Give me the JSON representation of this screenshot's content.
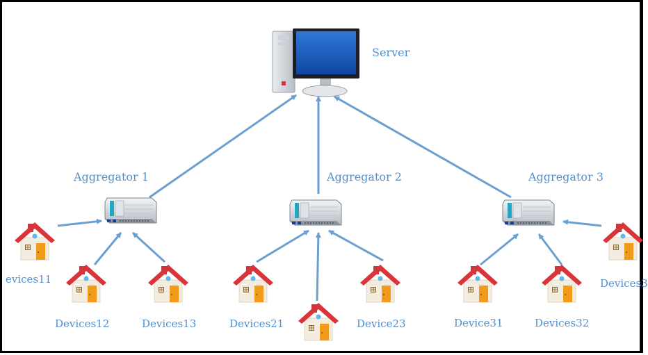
{
  "server": {
    "label": "Server",
    "icon": "server-computer-icon"
  },
  "aggregators": [
    {
      "label": "Aggregator 1",
      "icon": "aggregator-switch-icon"
    },
    {
      "label": "Aggregator 2",
      "icon": "aggregator-switch-icon"
    },
    {
      "label": "Aggregator 3",
      "icon": "aggregator-switch-icon"
    }
  ],
  "devices": [
    {
      "label": "evices11",
      "icon": "house-icon"
    },
    {
      "label": "Devices12",
      "icon": "house-icon"
    },
    {
      "label": "Devices13",
      "icon": "house-icon"
    },
    {
      "label": "Devices21",
      "icon": "house-icon"
    },
    {
      "label": "",
      "icon": "house-icon"
    },
    {
      "label": "Device23",
      "icon": "house-icon"
    },
    {
      "label": "Device31",
      "icon": "house-icon"
    },
    {
      "label": "Devices32",
      "icon": "house-icon"
    },
    {
      "label": "Devices3",
      "icon": "house-icon"
    }
  ],
  "colors": {
    "label": "#4f8ed0",
    "arrow": "#6b9fd2",
    "roof": "#d9343a",
    "wall": "#f3ecdf",
    "door": "#f29b1a",
    "border": "#000000"
  }
}
